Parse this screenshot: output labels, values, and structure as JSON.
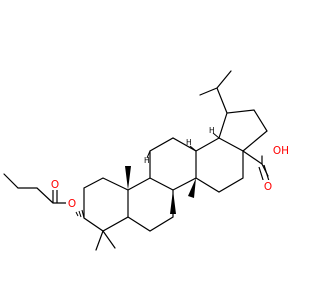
{
  "colors": {
    "bond": "#000000",
    "oxygen": "#ff0000",
    "background": "#ffffff"
  },
  "atom_labels": {
    "ester_carbonyl_o": "O",
    "ester_o": "O",
    "acid_carbonyl_o": "O",
    "acid_oh": "OH"
  },
  "stereo_h_labels": {
    "h_upper_ring_junction": "H",
    "h_mid_ring_junction": "H",
    "h_lower_ring_junction": "H"
  }
}
